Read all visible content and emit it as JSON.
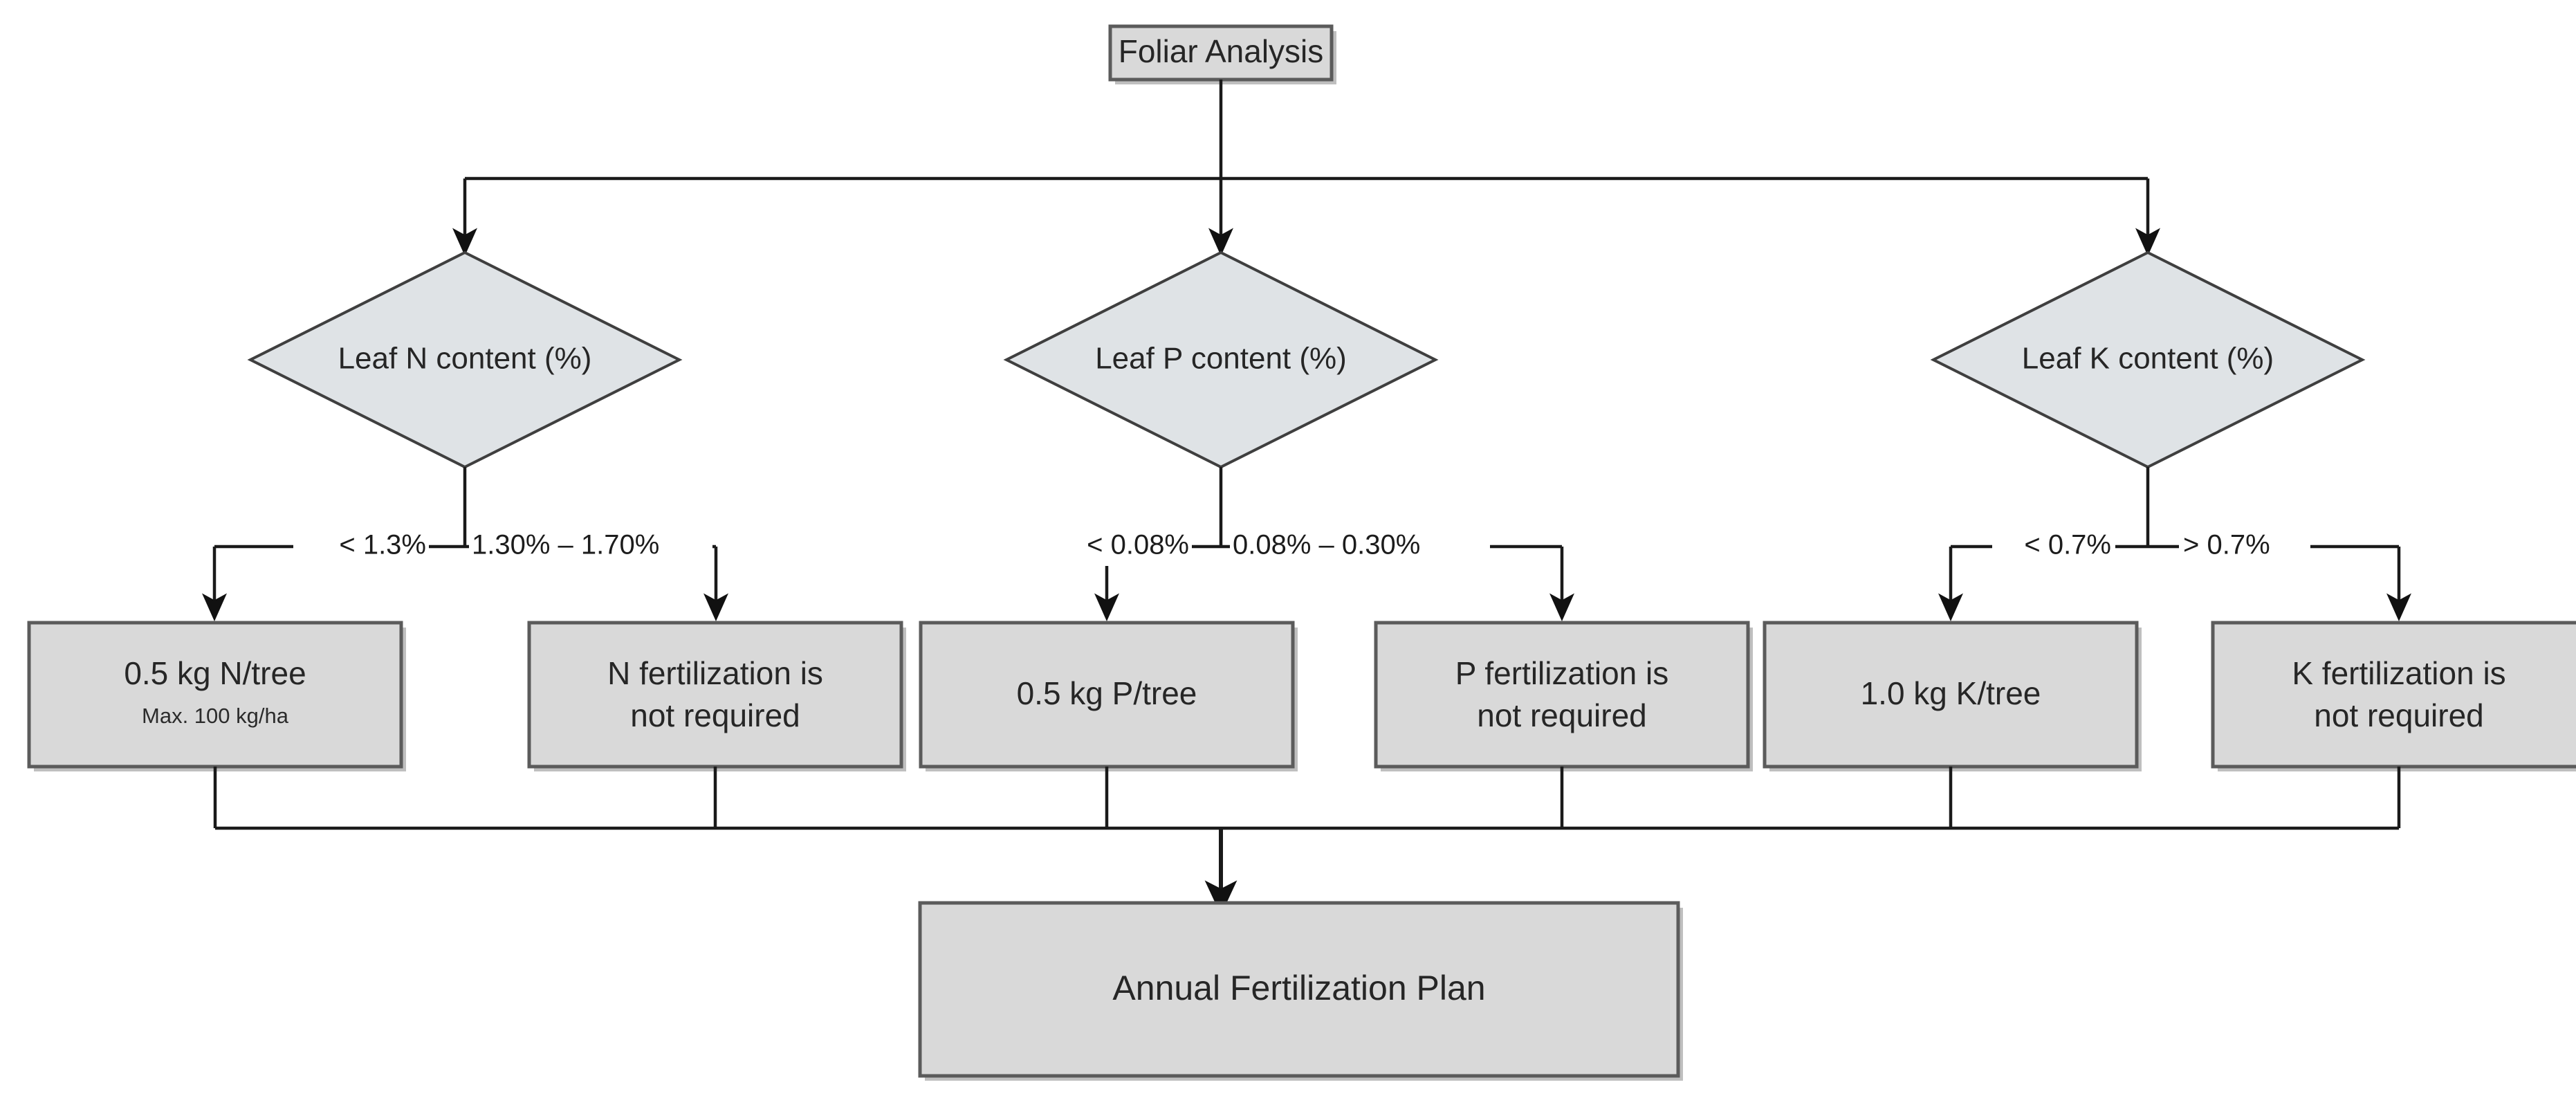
{
  "diagram": {
    "title_node": {
      "label": "Foliar Analysis"
    },
    "decisions": [
      {
        "label": "Leaf N content (%)"
      },
      {
        "label": "Leaf P content (%)"
      },
      {
        "label": "Leaf K content (%)"
      }
    ],
    "edge_labels": [
      {
        "left": "< 1.3%",
        "right": "1.30% – 1.70%"
      },
      {
        "left": "< 0.08%",
        "right": "0.08% – 0.30%"
      },
      {
        "left": "< 0.7%",
        "right": "> 0.7%"
      }
    ],
    "outcomes": [
      {
        "line1": "0.5 kg N/tree",
        "line2": "Max. 100 kg/ha"
      },
      {
        "line1": "N fertilization is",
        "line2": "not required"
      },
      {
        "line1": "0.5 kg P/tree",
        "line2": ""
      },
      {
        "line1": "P fertilization is",
        "line2": "not required"
      },
      {
        "line1": "1.0 kg K/tree",
        "line2": ""
      },
      {
        "line1": "K fertilization is",
        "line2": "not required"
      }
    ],
    "final_node": {
      "label": "Annual Fertilization Plan"
    },
    "colors": {
      "box_fill": "#d9d9d9",
      "diamond_fill": "#dfe3e6",
      "box_border": "#5b5b5b",
      "diamond_border": "#3f3f3f",
      "connector": "#1a1a1a",
      "text": "#262626",
      "background": "#ffffff"
    }
  }
}
